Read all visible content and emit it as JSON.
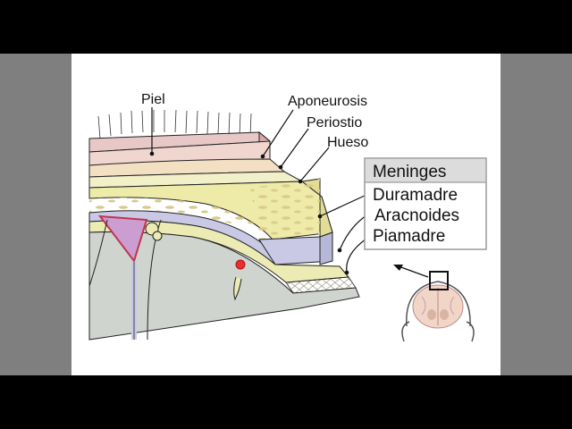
{
  "labels": {
    "skin": "Piel",
    "aponeurosis": "Aponeurosis",
    "periosteum": "Periostio",
    "bone": "Hueso"
  },
  "legend": {
    "title": "Meninges",
    "items": [
      "Duramadre",
      "Aracnoides",
      "Piamadre"
    ]
  },
  "colors": {
    "skin": "#e8c7c7",
    "aponeurosis": "#f3dfc2",
    "periosteum": "#f1f0c8",
    "bone": "#eeeaa8",
    "dura": "#c9c9e6",
    "arachnoid": "#ecebb3",
    "brain": "#cfd4cf",
    "sinus": "#cc9dd1",
    "legend_header": "#dcdcdc"
  },
  "icons": {
    "inset": "brain-coronal-icon",
    "zoom": "zoom-box-icon",
    "arrow": "arrow-left-icon"
  }
}
